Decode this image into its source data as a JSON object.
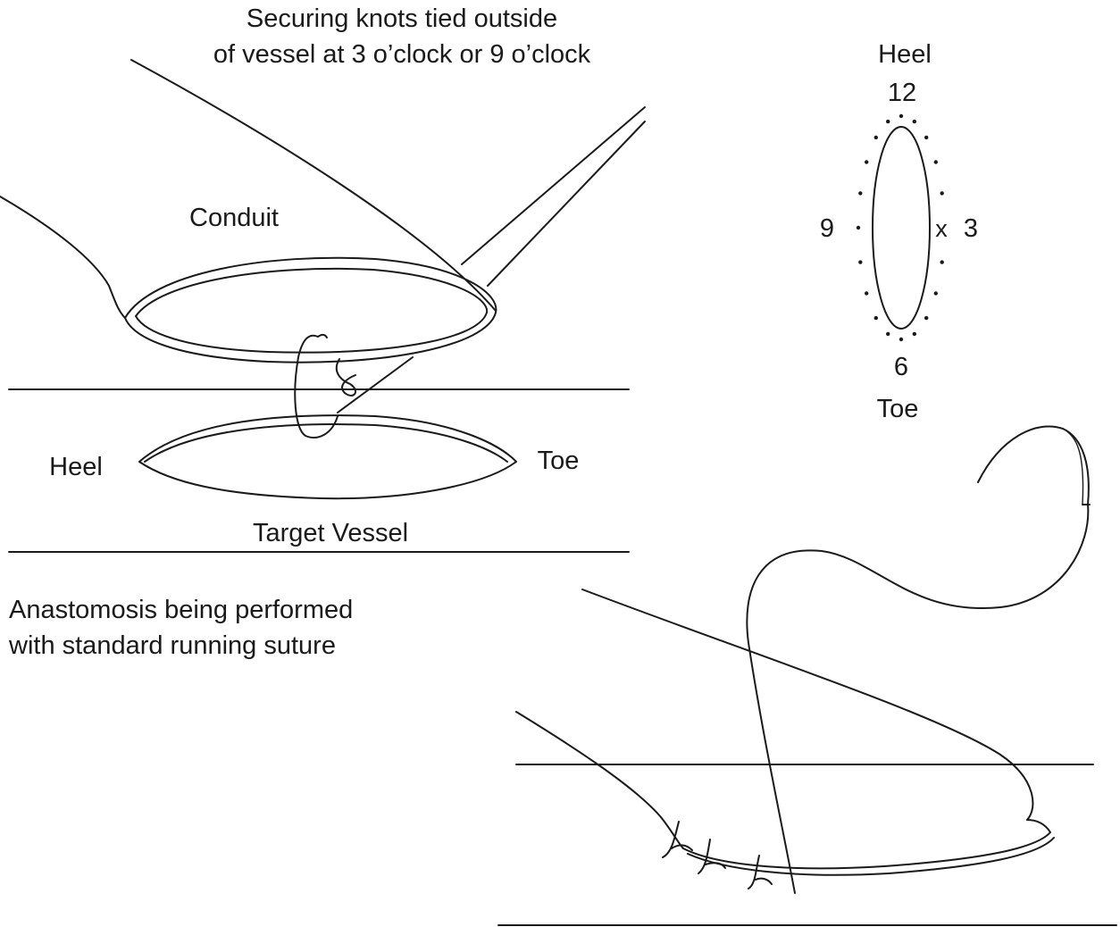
{
  "caption_top": {
    "line1": "Securing knots tied outside",
    "line2": "of vessel at 3 o’clock or 9 o’clock"
  },
  "left_diagram": {
    "conduit_label": "Conduit",
    "heel_label": "Heel",
    "toe_label": "Toe",
    "target_label": "Target Vessel"
  },
  "caption_bottom": {
    "line1": "Anastomosis being performed",
    "line2": "with standard running suture"
  },
  "clock_diagram": {
    "heel_label": "Heel",
    "label_12": "12",
    "label_3": "3",
    "label_6": "6",
    "label_9": "9",
    "mark_x": "x",
    "toe_label": "Toe"
  }
}
